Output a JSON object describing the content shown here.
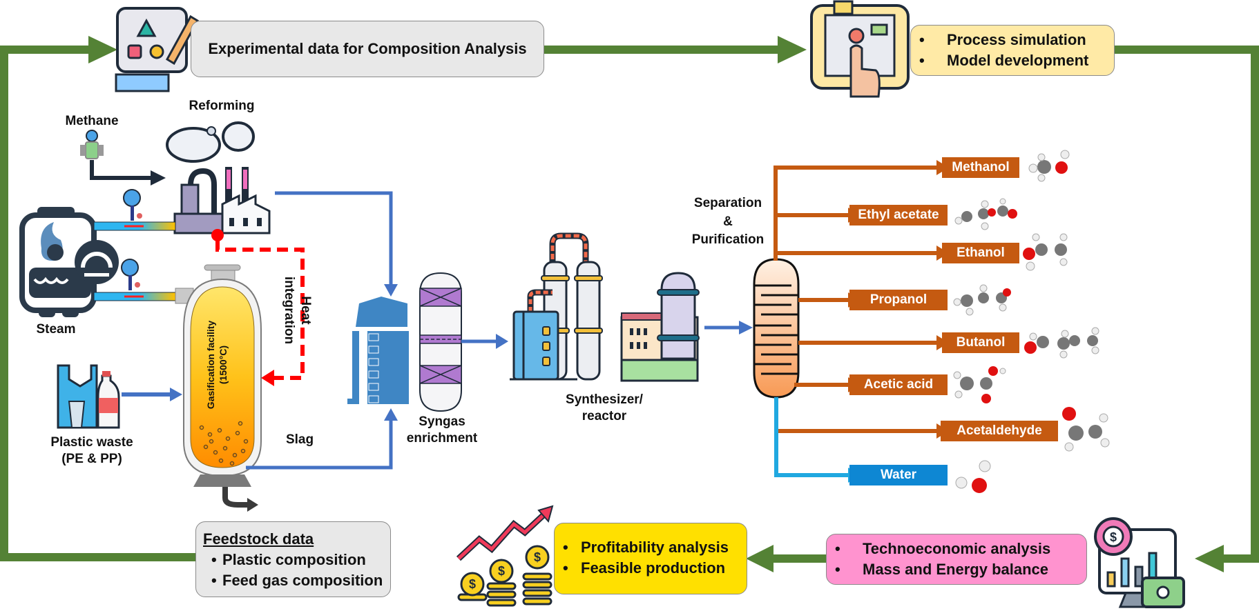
{
  "colors": {
    "loop_green": "#548235",
    "flow_blue": "#4472c4",
    "product_orange": "#c55a11",
    "water_blue": "#0e87d3",
    "heat_red": "#ff0000"
  },
  "top": {
    "experimental_box": {
      "text": "Experimental data for Composition Analysis",
      "icon": "blueprint-design-icon"
    },
    "simulation_box": {
      "items": [
        "Process simulation",
        "Model development"
      ],
      "icon": "touchscreen-simulation-icon"
    }
  },
  "process": {
    "methane_label": "Methane",
    "reforming_label": "Reforming",
    "steam_label": "Steam",
    "heat_integration_label": [
      "Heat",
      "integration"
    ],
    "gasifier_label": [
      "Gasification facility",
      "(1500°C)"
    ],
    "plastic_label": [
      "Plastic waste",
      "(PE & PP)"
    ],
    "slag_label": "Slag",
    "syngas_label": [
      "Syngas",
      "enrichment"
    ],
    "synthesizer_label": [
      "Synthesizer/",
      "reactor"
    ],
    "separation_label": [
      "Separation",
      "&",
      "Purification"
    ]
  },
  "products": [
    {
      "name": "Methanol",
      "type": "organic"
    },
    {
      "name": "Ethyl acetate",
      "type": "organic"
    },
    {
      "name": "Ethanol",
      "type": "organic"
    },
    {
      "name": "Propanol",
      "type": "organic"
    },
    {
      "name": "Butanol",
      "type": "organic"
    },
    {
      "name": "Acetic acid",
      "type": "organic"
    },
    {
      "name": "Acetaldehyde",
      "type": "organic"
    },
    {
      "name": "Water",
      "type": "aqueous"
    }
  ],
  "bottom": {
    "feedstock_box": {
      "title": "Feedstock data",
      "items": [
        "Plastic composition",
        "Feed gas composition"
      ]
    },
    "profitability_box": {
      "items": [
        "Profitability analysis",
        "Feasible production"
      ],
      "icon": "growth-coins-icon"
    },
    "technoeconomic_box": {
      "items": [
        "Technoeconomic analysis",
        "Mass and Energy balance"
      ],
      "icon": "financial-dashboard-icon"
    }
  }
}
